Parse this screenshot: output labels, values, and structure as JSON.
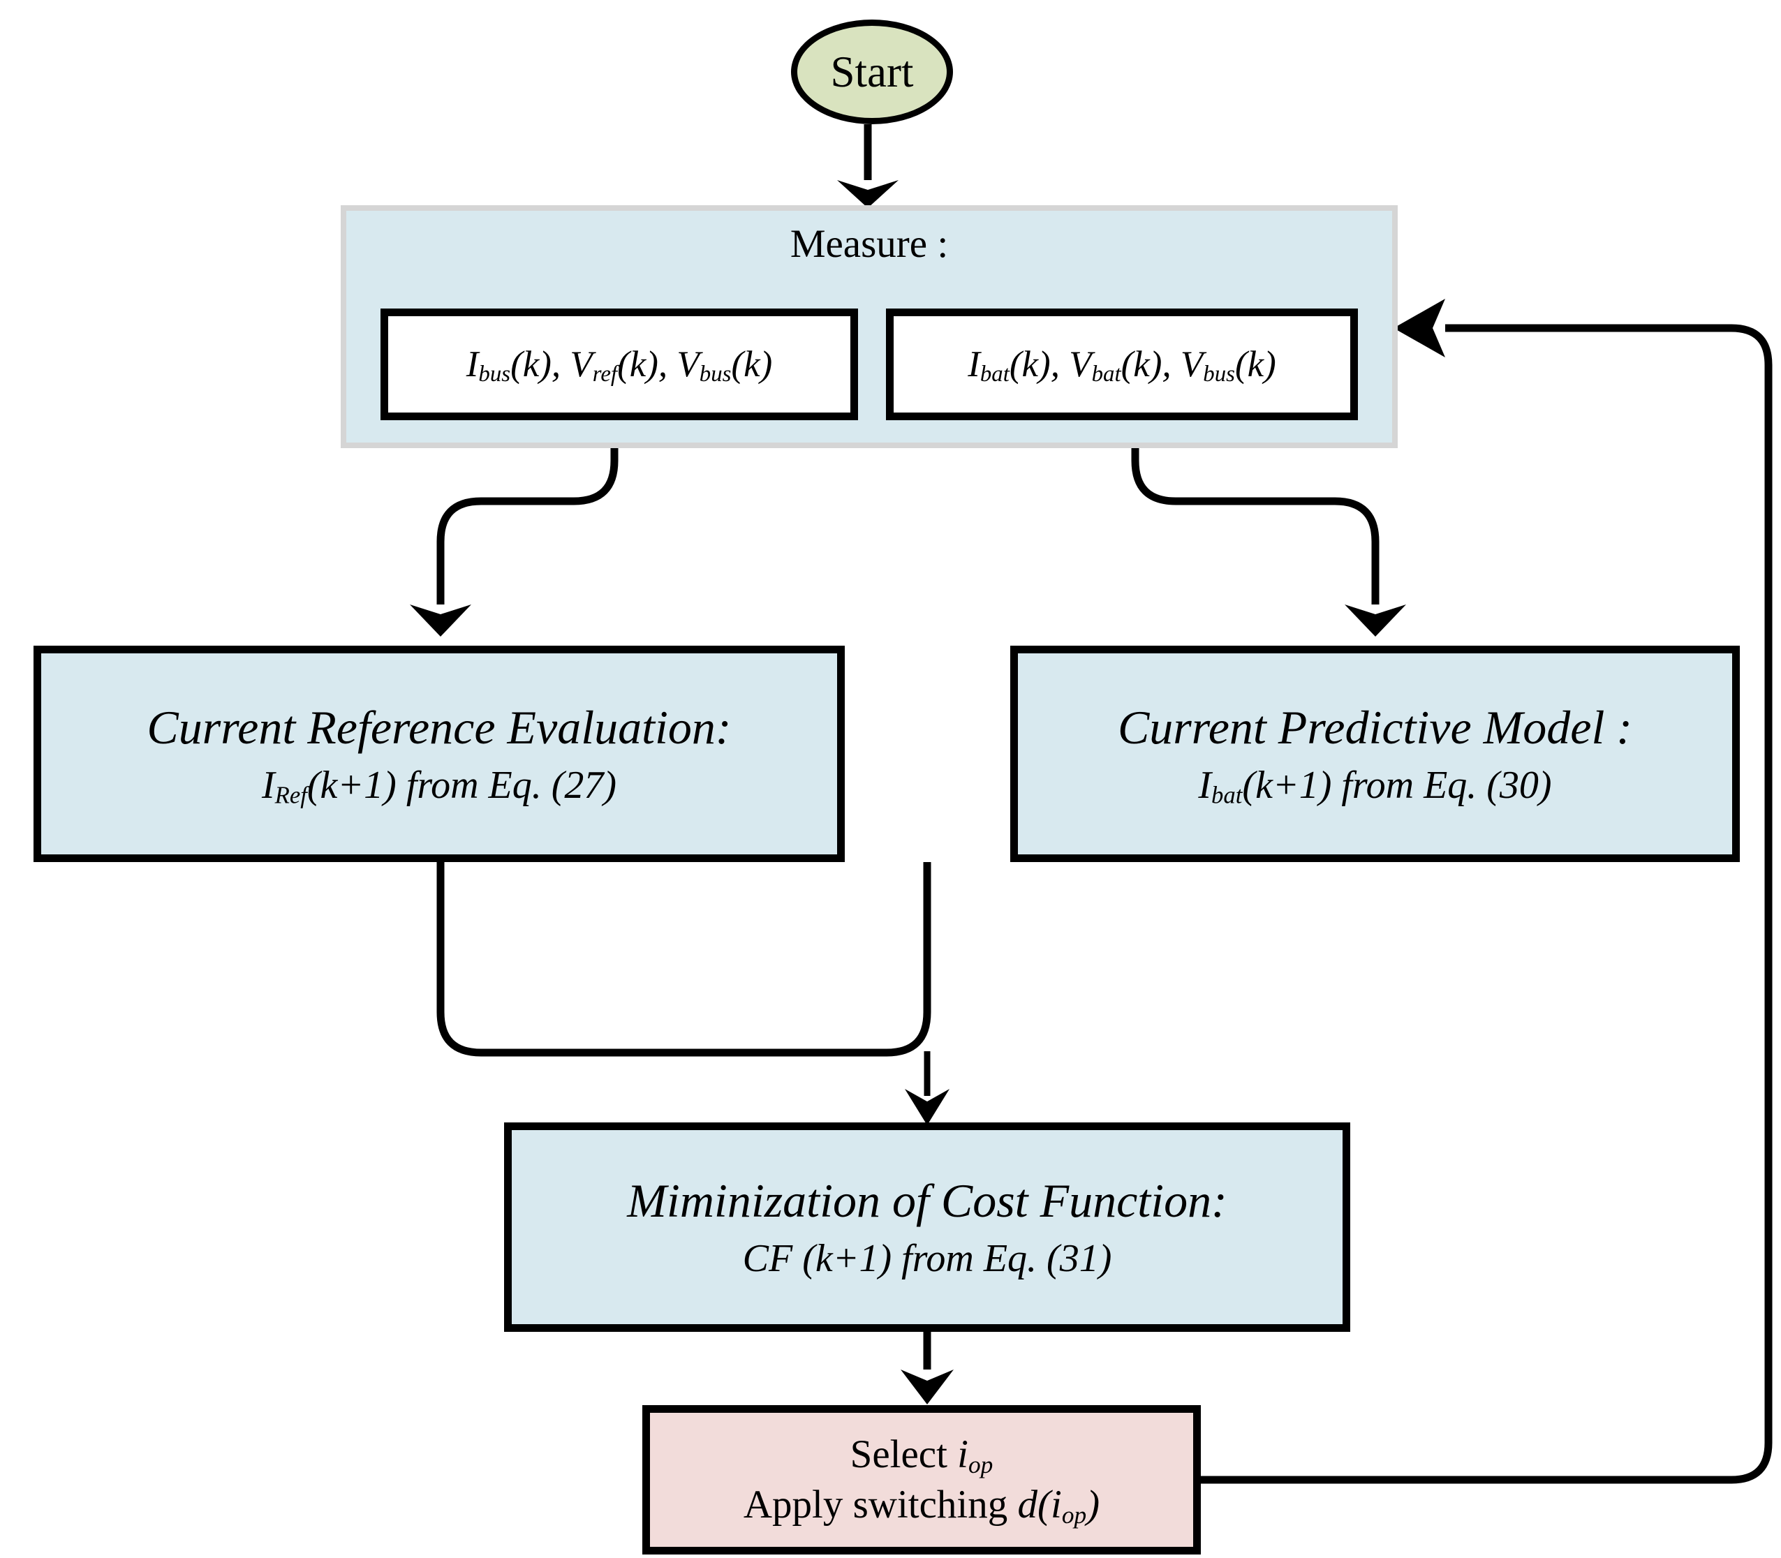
{
  "diagram": {
    "title": "Model Predictive Control Algorithm Flowchart",
    "colors": {
      "start_fill": "#d9e3bf",
      "process_fill": "#d8e9ef",
      "group_fill": "#d8e9ef",
      "group_border": "#d5d5d5",
      "terminal_fill": "#f2dcda",
      "stroke": "#000000",
      "page_background": "#ffffff"
    }
  },
  "start": {
    "label": "Start",
    "shape": "ellipse"
  },
  "measure_group": {
    "title": "Measure :",
    "boxes": [
      {
        "id": "measure-bus",
        "var1": "I",
        "sub1": "bus",
        "arg1": "(k), ",
        "var2": "V",
        "sub2": "ref",
        "arg2": "(k), ",
        "var3": "V",
        "sub3": "bus",
        "arg3": "(k)"
      },
      {
        "id": "measure-bat",
        "var1": "I",
        "sub1": "bat",
        "arg1": "(k), ",
        "var2": "V",
        "sub2": "bat",
        "arg2": "(k), ",
        "var3": "V",
        "sub3": "bus",
        "arg3": "(k)"
      }
    ]
  },
  "process_current_reference": {
    "heading": "Current Reference Evaluation:",
    "formula_var": "I",
    "formula_sub": "Ref",
    "formula_rest": "(k+1) from Eq. (27)"
  },
  "process_predictive_model": {
    "heading": "Current Predictive Model :",
    "formula_var": "I",
    "formula_sub": "bat",
    "formula_rest": "(k+1) from Eq. (30)"
  },
  "process_cost_function": {
    "heading": "Miminization of Cost Function:",
    "formula_var": "CF",
    "formula_sub": "",
    "formula_rest": " (k+1) from Eq. (31)"
  },
  "terminal_select": {
    "line1_prefix": "Select ",
    "line1_var": "i",
    "line1_sub": "op",
    "line2_prefix": "Apply switching ",
    "line2_var": "d(i",
    "line2_sub": "op",
    "line2_suffix": ")"
  },
  "connectors": [
    {
      "name": "start-to-measure",
      "from": "start",
      "to": "measure-group",
      "style": "straight-arrow-down"
    },
    {
      "name": "measure-bus-to-current-reference",
      "from": "measure-bus",
      "to": "process-current-reference",
      "style": "s-curve-down-left"
    },
    {
      "name": "measure-bat-to-predictive-model",
      "from": "measure-bat",
      "to": "process-predictive-model",
      "style": "s-curve-down-right"
    },
    {
      "name": "merge-to-cost-function",
      "from": [
        "process-current-reference",
        "process-predictive-model"
      ],
      "to": "process-cost-function",
      "style": "y-merge-arrow-down"
    },
    {
      "name": "cost-function-to-select",
      "from": "process-cost-function",
      "to": "terminal-select",
      "style": "straight-arrow-down"
    },
    {
      "name": "feedback-loop",
      "from": "terminal-select",
      "to": "measure-bat",
      "style": "right-loop-arrow-left"
    }
  ]
}
